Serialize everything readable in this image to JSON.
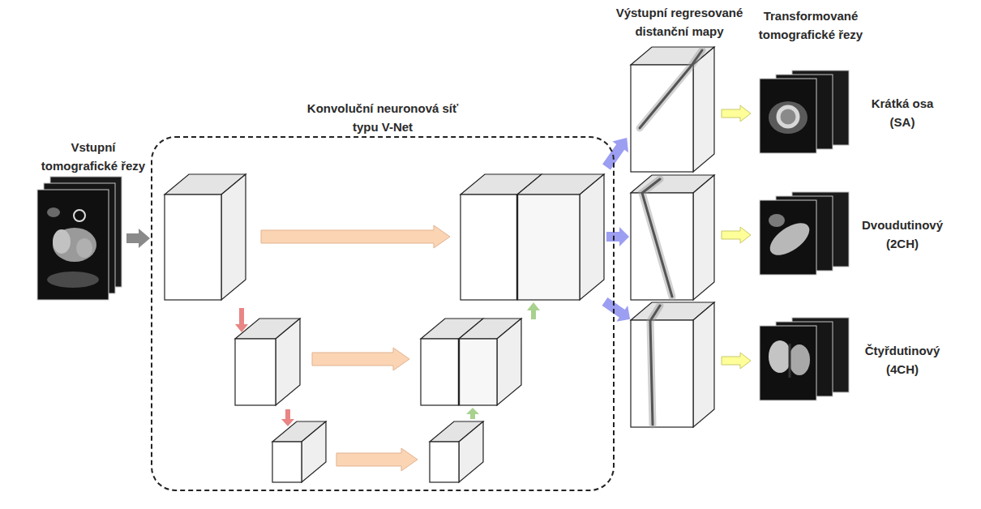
{
  "diagram": {
    "nodes": [
      {
        "text": [
          "Vstupní tomografické řezy"
        ]
      },
      {
        "text": [
          "Konvoluční neuronová síť typu V-Net"
        ]
      },
      {
        "text": [
          "Krátká osa (SA)"
        ]
      },
      {
        "text": [
          "Dvoudutinový (2CH)"
        ]
      },
      {
        "text": [
          "Čtyřdutinový (4CH)"
        ]
      }
    ],
    "edges": [
      {
        "from": 0,
        "to": 1,
        "arrow": "to"
      }
    ],
    "labels": [
      "Výstupní regresované distanční mapy",
      "Transformované tomografické řezy"
    ]
  }
}
